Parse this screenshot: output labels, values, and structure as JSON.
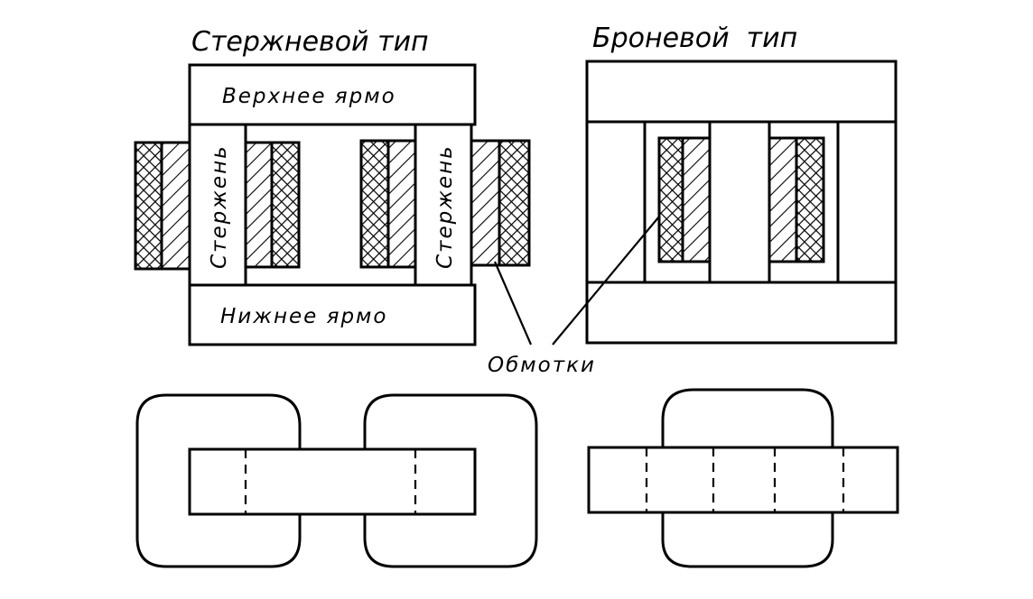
{
  "core_type": {
    "title": "Стержневой тип",
    "upper_yoke": "Верхнее ярмо",
    "lower_yoke": "Нижнее ярмо",
    "left_limb": "Стержень",
    "right_limb": "Стержень"
  },
  "shell_type": {
    "title": "Броневой  тип"
  },
  "windings_label": "Обмотки"
}
